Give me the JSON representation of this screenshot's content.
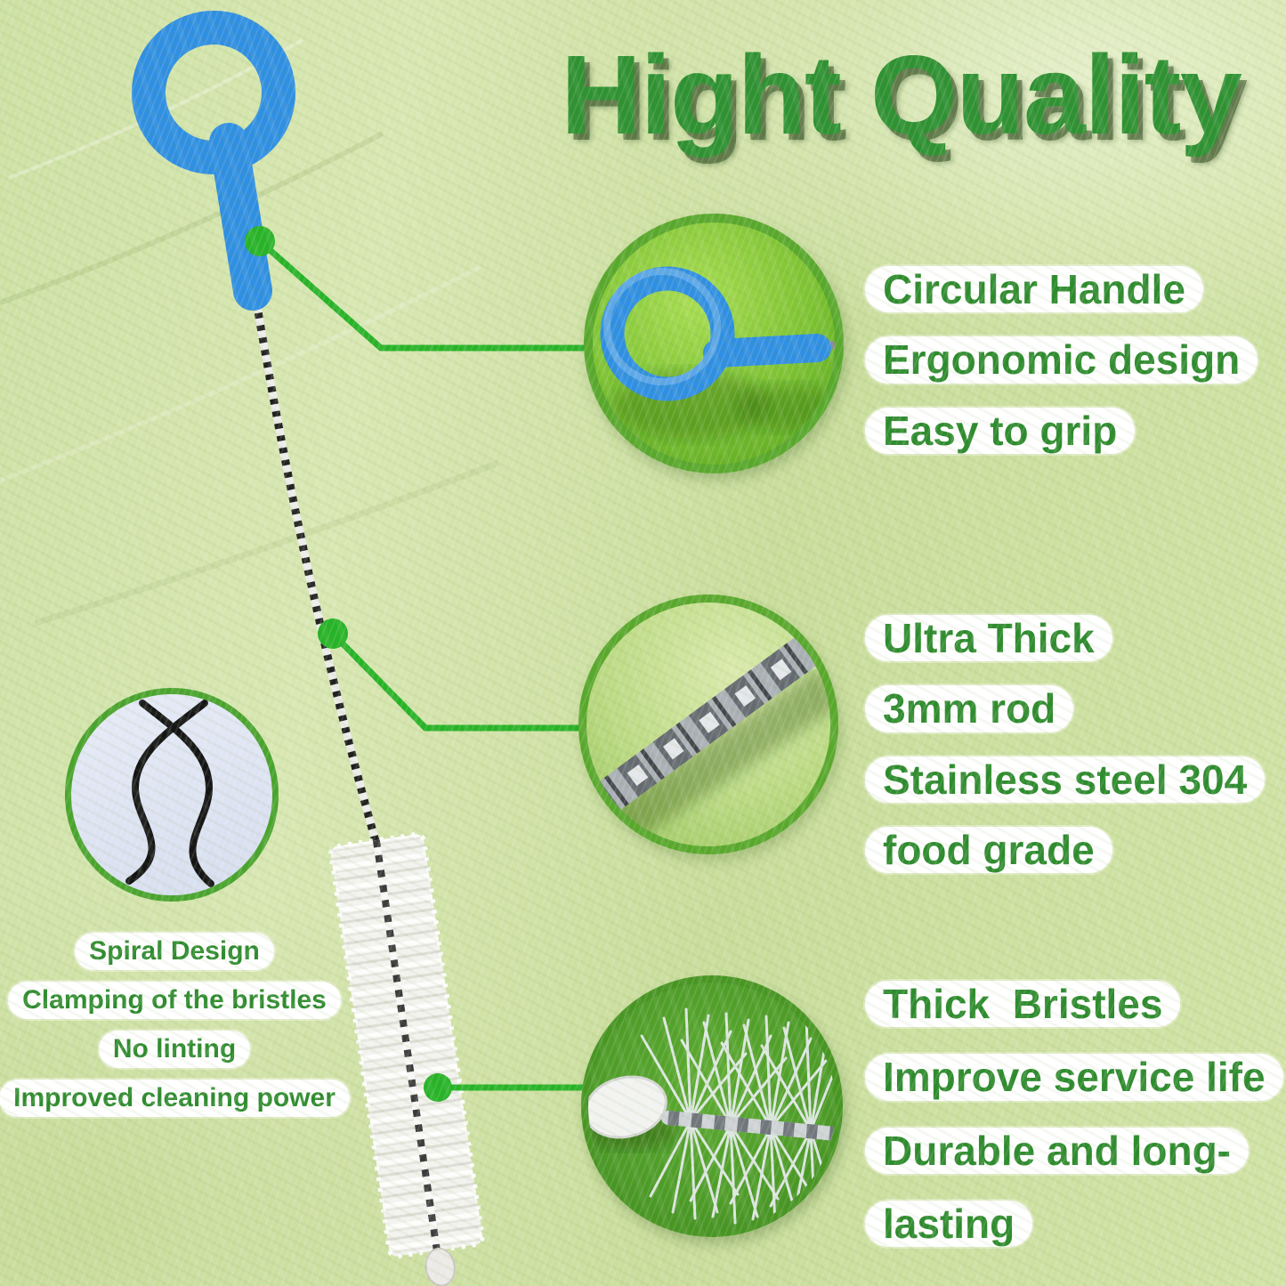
{
  "title": "Hight Quality",
  "callouts": {
    "handle": {
      "lines": [
        "Circular Handle",
        "Ergonomic design",
        "Easy to grip"
      ]
    },
    "rod": {
      "lines": [
        "Ultra Thick",
        "3mm rod",
        "Stainless steel 304",
        "food grade"
      ]
    },
    "bristles": {
      "lines": [
        "Thick  Bristles",
        "Improve service life",
        "Durable and long-",
        "lasting"
      ]
    }
  },
  "spiral_note": {
    "lines": [
      "Spiral Design",
      "Clamping of the bristles",
      "No linting",
      "Improved cleaning power"
    ]
  },
  "colors": {
    "background": "#cfe2a3",
    "title_green": "#2e9132",
    "text_green": "#2e8b2e",
    "pill_bg": "#ffffff",
    "callout_green": "#27b327",
    "circle_border": "#58a82c",
    "handle_blue": "#2f8fe2",
    "steel_gray": "#8d9399",
    "bristle_white": "#f4f4f1"
  }
}
